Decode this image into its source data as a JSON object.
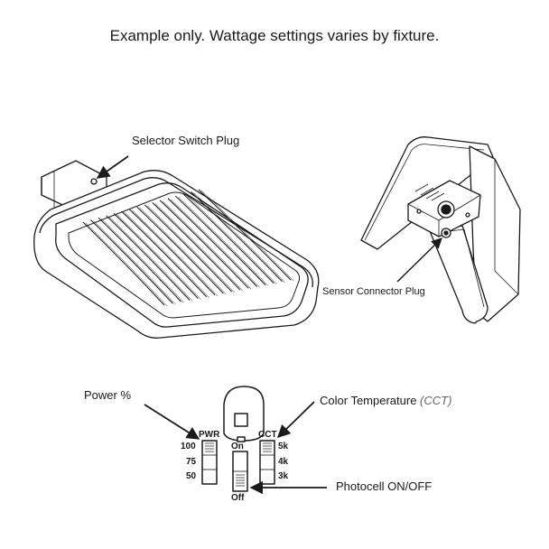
{
  "header": {
    "note": "Example only. Wattage settings varies by fixture."
  },
  "callouts": {
    "selector_switch": "Selector Switch Plug",
    "sensor_connector": "Sensor Connector Plug",
    "power": "Power %",
    "color_temp": "Color Temperature",
    "color_temp_abbr": "(CCT)",
    "photocell": "Photocell ON/OFF"
  },
  "switches": {
    "pwr": {
      "label": "PWR",
      "levels": [
        "100",
        "75",
        "50"
      ]
    },
    "photocell": {
      "on": "On",
      "off": "Off"
    },
    "cct": {
      "label": "CCT",
      "levels": [
        "5k",
        "4k",
        "3k"
      ]
    }
  },
  "colors": {
    "line": "#1a1a1a",
    "fill": "#ffffff"
  }
}
